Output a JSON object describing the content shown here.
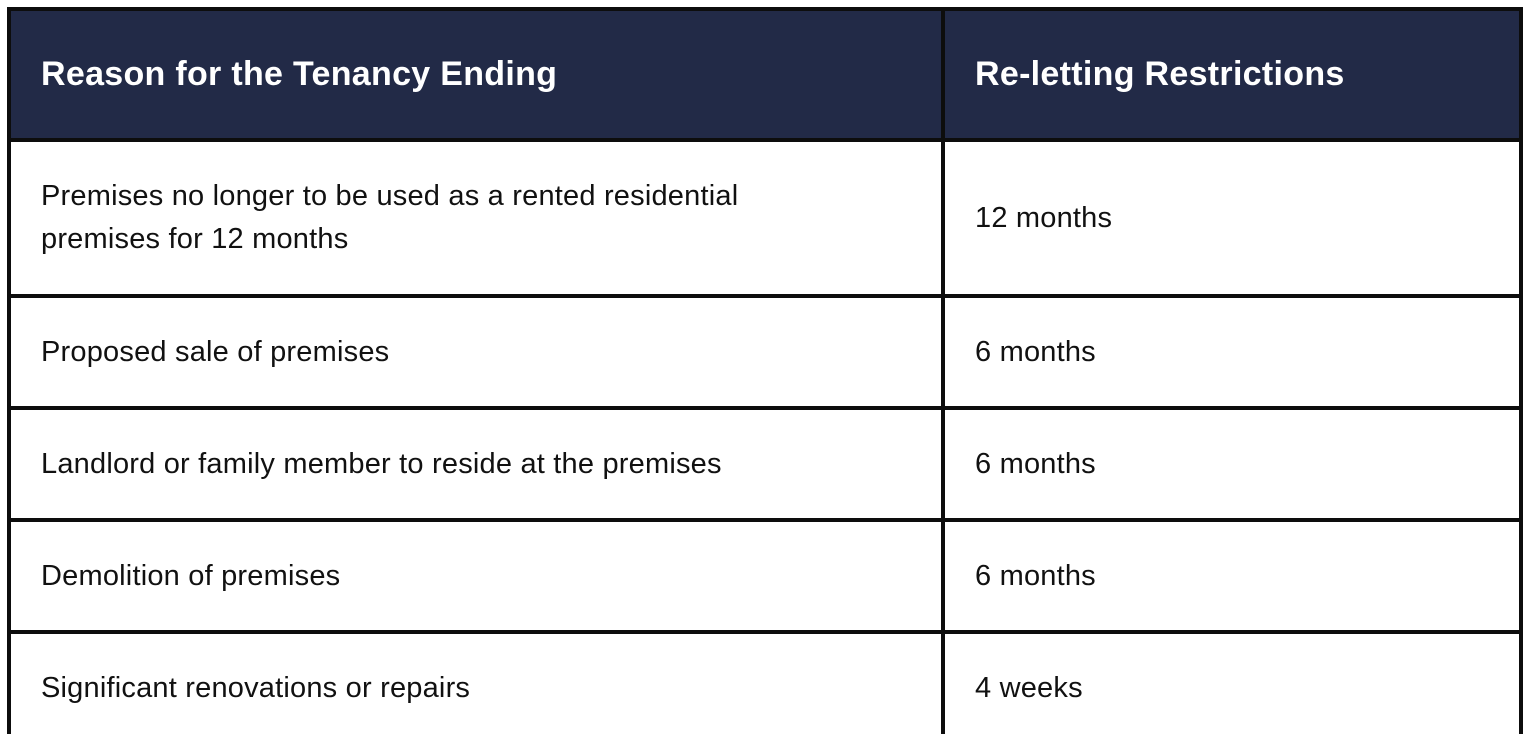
{
  "table": {
    "headers": [
      "Reason for the Tenancy Ending",
      "Re-letting Restrictions"
    ],
    "rows": [
      {
        "reason": "Premises no longer to be used as a rented residential premises for 12 months",
        "restriction": "12 months"
      },
      {
        "reason": "Proposed sale of premises",
        "restriction": "6 months"
      },
      {
        "reason": "Landlord or family member to reside at the premises",
        "restriction": "6 months"
      },
      {
        "reason": "Demolition of premises",
        "restriction": "6 months"
      },
      {
        "reason": "Significant renovations or repairs",
        "restriction": "4 weeks"
      }
    ]
  },
  "colors": {
    "header_background": "#222a47",
    "header_text": "#ffffff",
    "border": "#0d0d0d",
    "cell_background": "#ffffff",
    "cell_text": "#111111"
  }
}
